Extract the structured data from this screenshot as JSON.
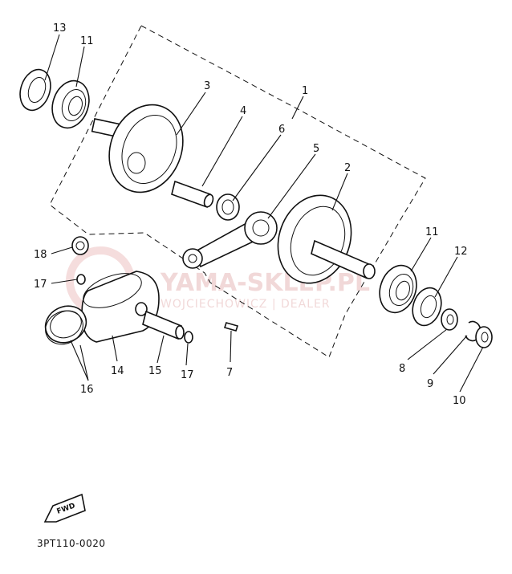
{
  "diagram": {
    "drawing_code": "3PT110-0020",
    "fwd_label": "FWD",
    "watermark": {
      "main": "YAMA-SKLEP.PL",
      "sub": "WOJCIECHOWICZ | DEALER"
    },
    "callouts": {
      "c1": "1",
      "c2": "2",
      "c3": "3",
      "c4": "4",
      "c5": "5",
      "c6": "6",
      "c7": "7",
      "c8": "8",
      "c9": "9",
      "c10": "10",
      "c11a": "11",
      "c11b": "11",
      "c12": "12",
      "c13": "13",
      "c14": "14",
      "c15": "15",
      "c16": "16",
      "c17a": "17",
      "c17b": "17",
      "c18": "18"
    }
  }
}
